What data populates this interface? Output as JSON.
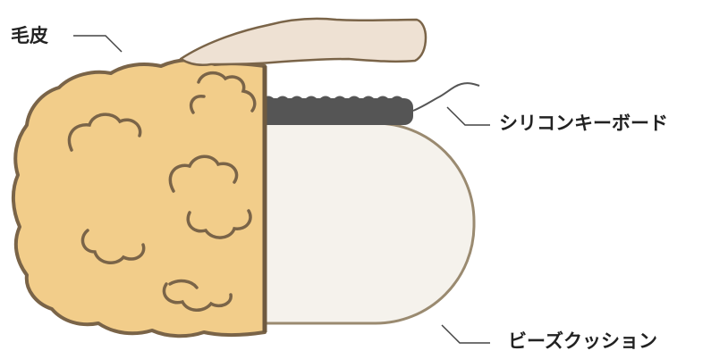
{
  "labels": {
    "fur": "毛皮",
    "keyboard": "シリコンキーボード",
    "cushion": "ビーズクッション"
  },
  "colors": {
    "fur_fill": "#f2cd8a",
    "fur_line": "#7a6448",
    "cushion_fill": "#f5f2ec",
    "cushion_line": "#9a8a70",
    "keyboard": "#555555",
    "hand_fill": "#eee1d3",
    "hand_line": "#7a6448",
    "leader_line": "#444444"
  },
  "icons": {
    "hand": "hand-icon",
    "keyboard": "keyboard-icon",
    "cushion": "cushion-icon",
    "fur": "fur-icon"
  }
}
